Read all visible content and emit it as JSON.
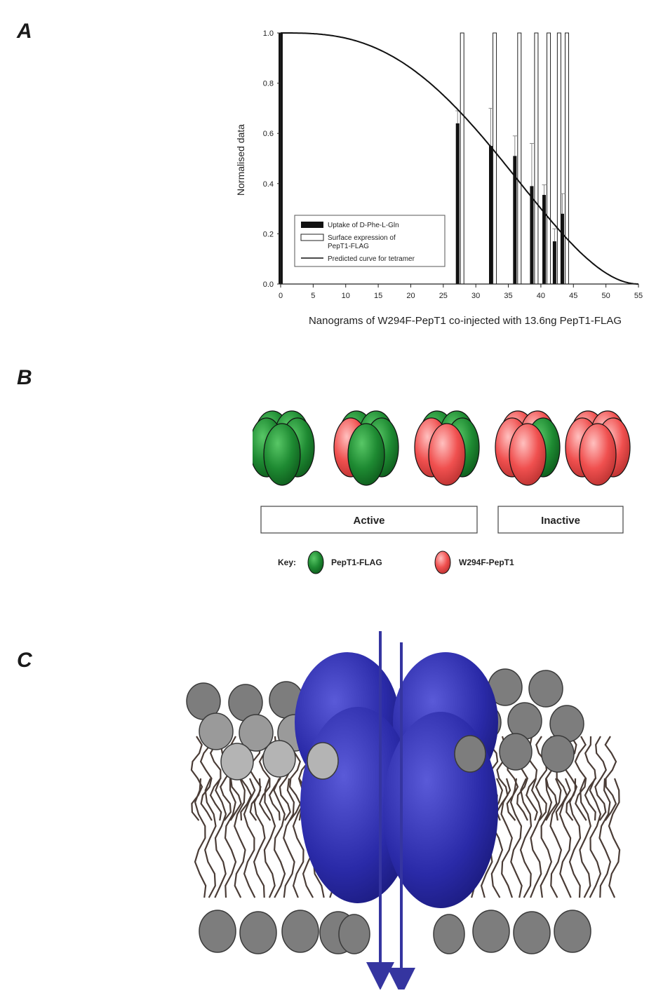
{
  "panels": {
    "a": "A",
    "b": "B",
    "c": "C"
  },
  "chart_data": {
    "type": "bar",
    "ylabel": "Normalised data",
    "xlabel": "Nanograms of W294F-PepT1 co-injected with 13.6ng PepT1-FLAG",
    "xlim": [
      0,
      55
    ],
    "ylim": [
      0,
      1.0
    ],
    "xticks": [
      0,
      5,
      10,
      15,
      20,
      25,
      30,
      35,
      40,
      45,
      50,
      55
    ],
    "yticks": [
      0.0,
      0.2,
      0.4,
      0.6,
      0.8,
      1.0
    ],
    "legend_position": "bottom-left",
    "legend": {
      "uptake": "Uptake of D-Phe-L-Gln",
      "surface_1": "Surface expression of",
      "surface_2": "PepT1-FLAG",
      "curve": "Predicted curve for tetramer"
    },
    "series": [
      {
        "key": "uptake",
        "x": [
          0,
          27.2,
          32.3,
          36.0,
          38.6,
          40.5,
          42.1,
          43.3
        ],
        "values": [
          1.0,
          0.64,
          0.55,
          0.51,
          0.39,
          0.355,
          0.17,
          0.28
        ],
        "errors": [
          0,
          0.05,
          0.15,
          0.08,
          0.17,
          0.04,
          0.05,
          0.08
        ]
      },
      {
        "key": "surface",
        "x": [
          0,
          27.9,
          32.9,
          36.7,
          39.3,
          41.2,
          42.8,
          44.0
        ],
        "values": [
          1.0,
          1.0,
          1.0,
          1.0,
          1.0,
          1.0,
          1.0,
          1.0
        ]
      },
      {
        "key": "curve",
        "model": "tetramer",
        "total_protein_ng": 55
      }
    ]
  },
  "panel_b": {
    "complexes": [
      {
        "red_count": 0
      },
      {
        "red_count": 1
      },
      {
        "red_count": 2
      },
      {
        "red_count": 3
      },
      {
        "red_count": 4
      }
    ],
    "active_label": "Active",
    "inactive_label": "Inactive",
    "key_label": "Key:",
    "key_green_label": "PepT1-FLAG",
    "key_red_label": "W294F-PepT1",
    "colors": {
      "green": "#1e8a32",
      "red": "#f0504f"
    }
  },
  "panel_c": {
    "colors": {
      "protein": "#2a2aa8",
      "arrow": "#3535a0",
      "lipid_head": "#8e8e8e",
      "lipid_tail": "#4a3c36"
    }
  }
}
